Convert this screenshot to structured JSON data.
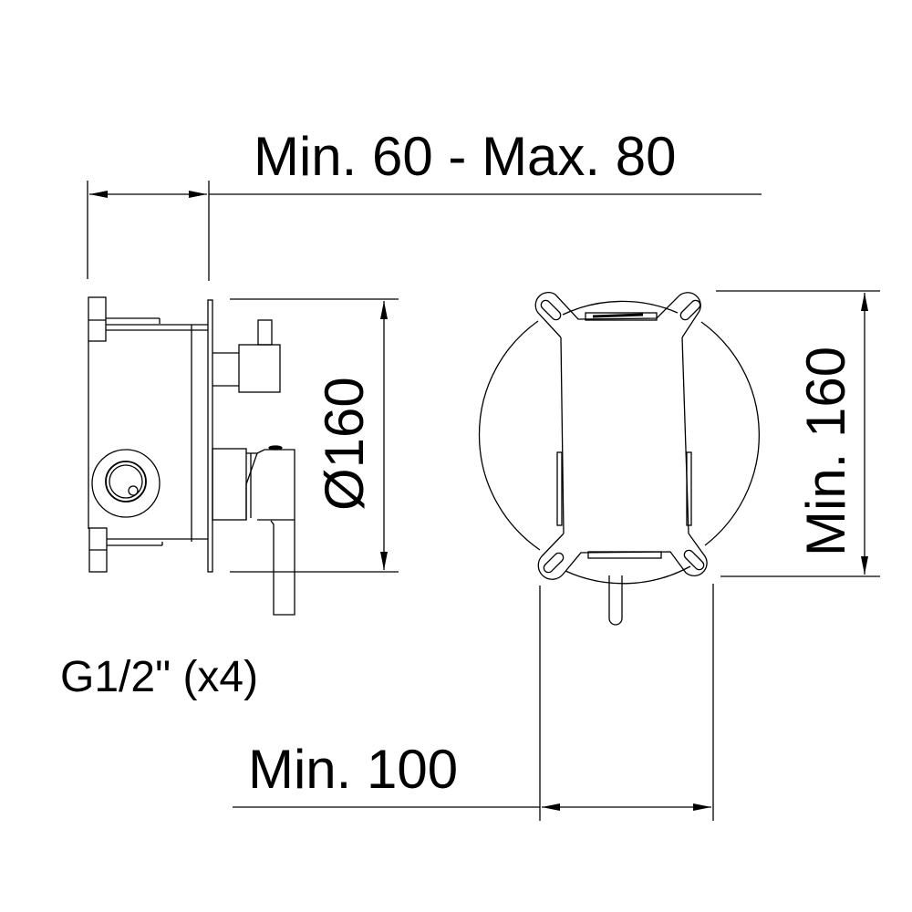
{
  "drawing": {
    "type": "technical installation drawing",
    "subject": "concealed shower mixer body with diverter",
    "line_color": "#000000",
    "background": "#ffffff"
  },
  "dimensions": {
    "depth_range": "Min. 60 - Max. 80",
    "plate_diameter": "Ø160",
    "min_height": "Min. 160",
    "min_width": "Min. 100",
    "connections": "G1/2\" (x4)"
  },
  "views": {
    "side_view": "side-elevation",
    "front_view": "front-elevation"
  }
}
